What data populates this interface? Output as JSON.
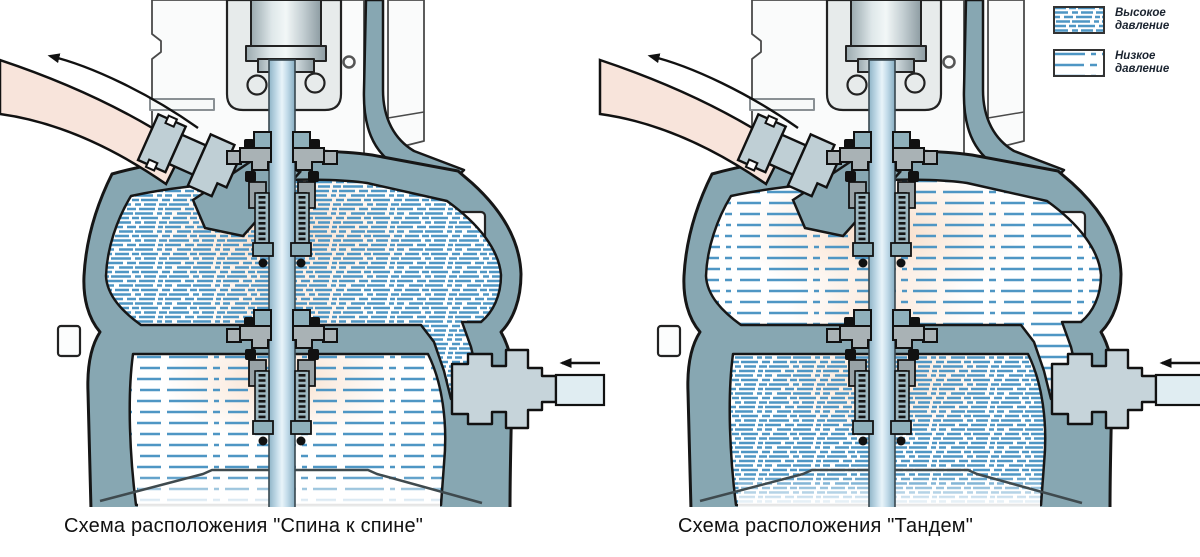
{
  "figure": {
    "panels": [
      {
        "id": "back-to-back",
        "caption": "Схема расположения \"Спина к спине\"",
        "upper_chamber_pressure": "high",
        "lower_chamber_pressure": "low",
        "outflow_arrow": "up-left",
        "inflow_arrow": "left"
      },
      {
        "id": "tandem",
        "caption": "Схема расположения \"Тандем\"",
        "upper_chamber_pressure": "low",
        "lower_chamber_pressure": "high",
        "outflow_arrow": "up-left",
        "inflow_arrow": "left"
      }
    ],
    "legend": [
      {
        "key": "high",
        "line1": "Высокое",
        "line2": "давление"
      },
      {
        "key": "low",
        "line1": "Низкое",
        "line2": "давление"
      }
    ],
    "colors": {
      "hatch_blue": "#4E96C4",
      "body_teal": "#87A7B2",
      "hose_pink": "#F8E4DB",
      "fitting_gray": "#C6D4DA",
      "glow_peach": "#F5CFB2",
      "outline": "#161616"
    }
  }
}
